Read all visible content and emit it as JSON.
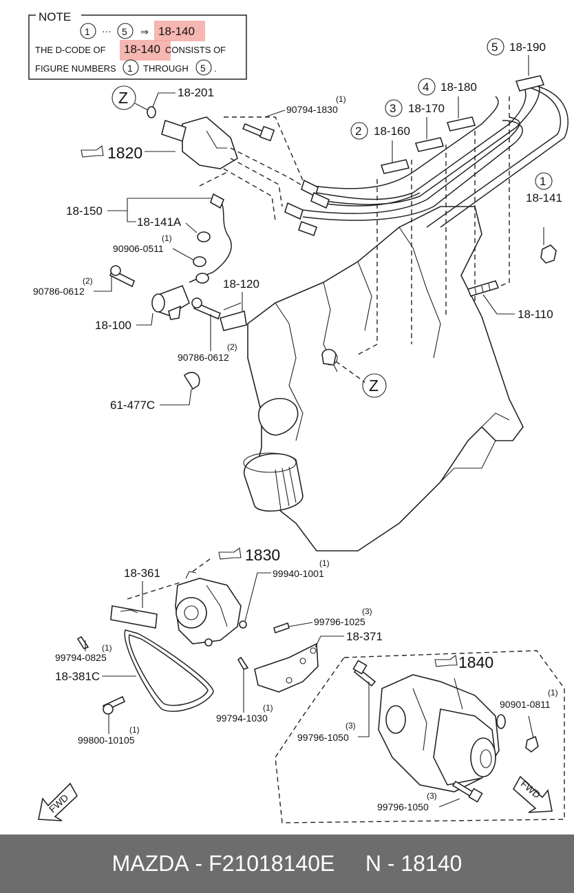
{
  "note": {
    "title": "NOTE",
    "line1_from": "1",
    "line1_to": "5",
    "line1_code": "18-140",
    "line2_prefix": "THE D-CODE OF",
    "line2_code": "18-140",
    "line2_suffix": "CONSISTS OF",
    "line3_prefix": "FIGURE NUMBERS",
    "line3_from": "1",
    "line3_mid": "THROUGH",
    "line3_to": "5",
    "line3_end": "."
  },
  "highlight_color": "#f4a9a3",
  "callouts": {
    "z1": "Z",
    "p18_201": "18-201",
    "q_90794_1830": "(1)",
    "p90794_1830": "90794-1830",
    "ref_1820": "1820",
    "c5": "5",
    "p18_190": "18-190",
    "c4": "4",
    "p18_180": "18-180",
    "c3": "3",
    "p18_170": "18-170",
    "c2": "2",
    "p18_160": "18-160",
    "c1": "1",
    "p18_141": "18-141",
    "p18_150": "18-150",
    "p18_141a": "18-141A",
    "q_90906": "(1)",
    "p90906_0511": "90906-0511",
    "q_90786a": "(2)",
    "p90786_0612a": "90786-0612",
    "p18_120": "18-120",
    "p18_100": "18-100",
    "q_90786b": "(2)",
    "p90786_0612b": "90786-0612",
    "p18_110": "18-110",
    "z2": "Z",
    "p61_477c": "61-477C",
    "ref_1830": "1830",
    "p18_361": "18-361",
    "q_99940": "(1)",
    "p99940_1001": "99940-1001",
    "q_99796a": "(3)",
    "p99796_1025": "99796-1025",
    "p18_371": "18-371",
    "q_99794a": "(1)",
    "p99794_0825": "99794-0825",
    "p18_381c": "18-381C",
    "q_99794b": "(1)",
    "p99794_1030": "99794-1030",
    "q_99800": "(1)",
    "p99800_10105": "99800-10105",
    "ref_1840": "1840",
    "q_90901": "(1)",
    "p90901_0811": "90901-0811",
    "q_99796b": "(3)",
    "p99796_1050a": "99796-1050",
    "q_99796c": "(3)",
    "p99796_1050b": "99796-1050",
    "fwd_left": "FWD",
    "fwd_right": "FWD"
  },
  "footer": {
    "brand": "MAZDA",
    "code": "F21018140E",
    "n_label": "N",
    "n_code": "18140"
  }
}
